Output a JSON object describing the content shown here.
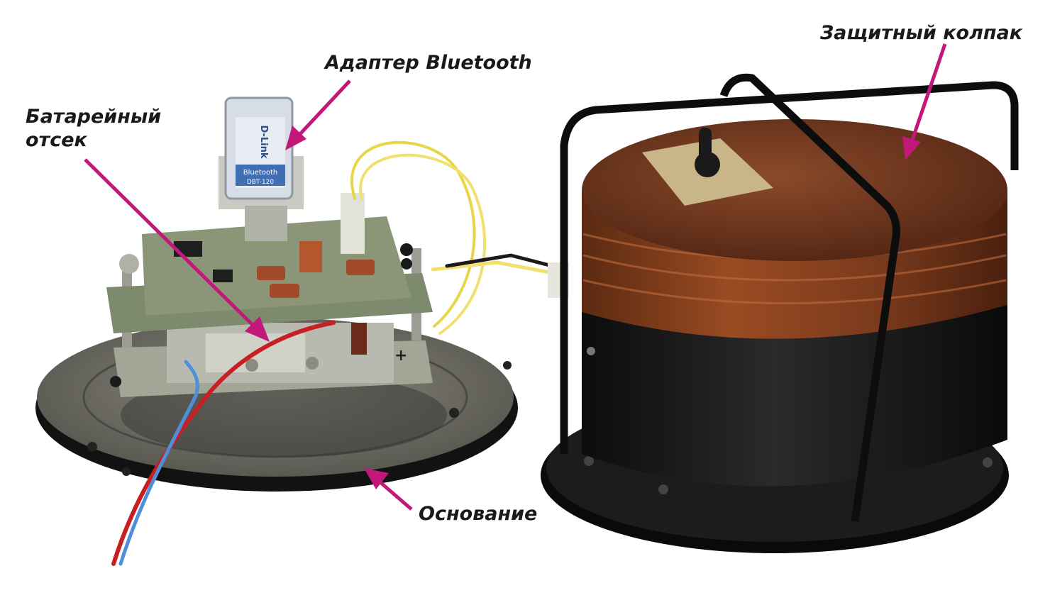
{
  "labels": {
    "adapter": "Адаптер Bluetooth",
    "battery_line1": "Батарейный",
    "battery_line2": "отсек",
    "cover": "Защитный колпак",
    "base": "Основание"
  },
  "adapter_printing": {
    "brand": "D-Link",
    "line1": "Bluetooth",
    "line2": "DBT-120"
  },
  "colors": {
    "arrow": "#c2187a",
    "background": "#ffffff",
    "cover_brown": "#7a3a1c",
    "cover_black": "#151515",
    "base_gray": "#6f6e66",
    "pcb_green": "#7e8a6e"
  }
}
